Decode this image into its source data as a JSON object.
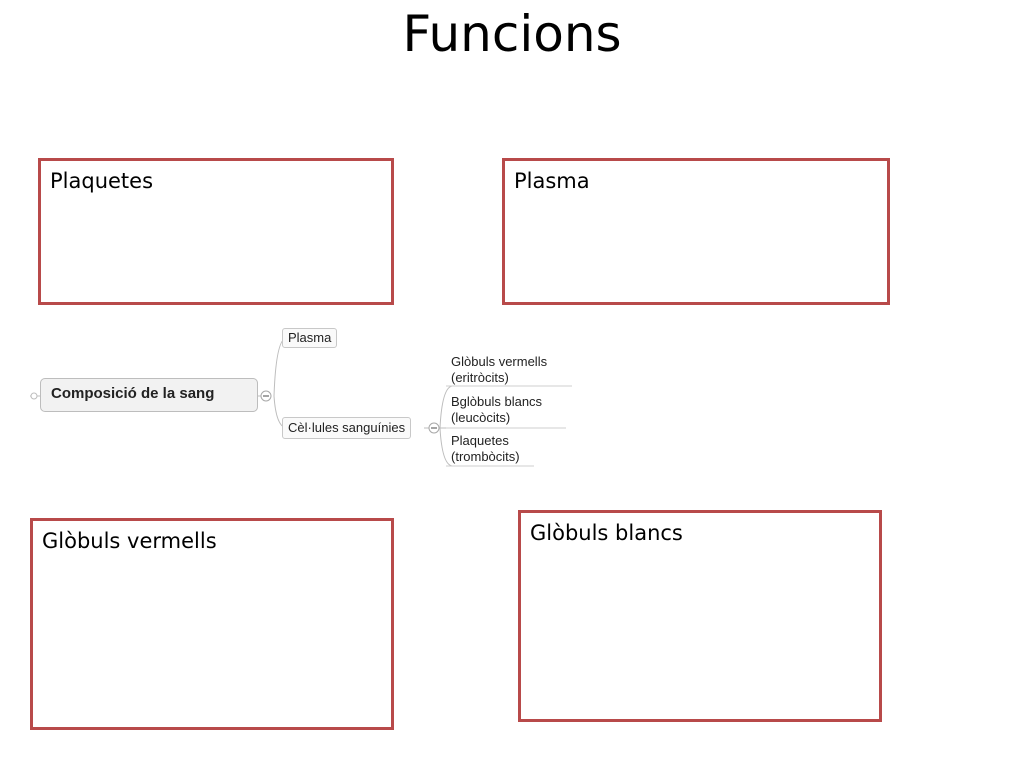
{
  "title": "Funcions",
  "boxes": {
    "plaquetes": "Plaquetes",
    "plasma": "Plasma",
    "globuls_vermells": "Glòbuls vermells",
    "globuls_blancs": "Glòbuls blancs"
  },
  "mindmap": {
    "root": "Composició de la sang",
    "branches": {
      "plasma": "Plasma",
      "cells": "Cèl·lules sanguínies"
    },
    "leaves": [
      {
        "line1": "Glòbuls vermells",
        "line2": "(eritròcits)"
      },
      {
        "line1": "Bglòbuls blancs",
        "line2": "(leucòcits)"
      },
      {
        "line1": "Plaquetes",
        "line2": "(trombòcits)"
      }
    ],
    "collapse_symbol": "−"
  }
}
